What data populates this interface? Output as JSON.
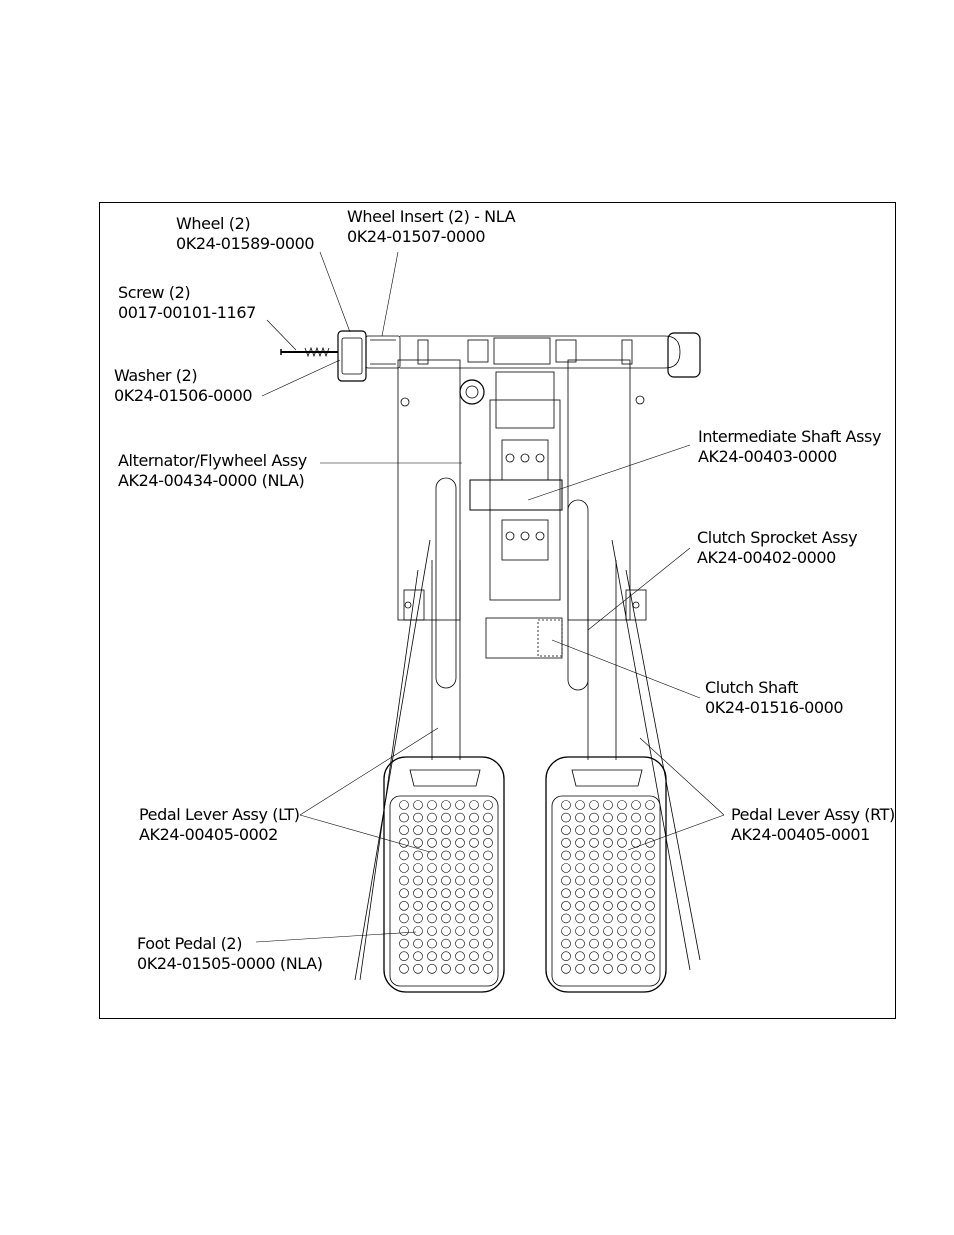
{
  "callouts": [
    {
      "id": "wheel",
      "name": "Wheel (2)",
      "part": "0K24-01589-0000"
    },
    {
      "id": "wheel-insert",
      "name": "Wheel Insert (2) - NLA",
      "part": "0K24-01507-0000"
    },
    {
      "id": "screw",
      "name": "Screw (2)",
      "part": "0017-00101-1167"
    },
    {
      "id": "washer",
      "name": "Washer (2)",
      "part": "0K24-01506-0000"
    },
    {
      "id": "alternator",
      "name": "Alternator/Flywheel Assy",
      "part": "AK24-00434-0000 (NLA)"
    },
    {
      "id": "intermediate-shaft",
      "name": "Intermediate Shaft Assy",
      "part": "AK24-00403-0000"
    },
    {
      "id": "clutch-sprocket",
      "name": "Clutch Sprocket Assy",
      "part": "AK24-00402-0000"
    },
    {
      "id": "clutch-shaft",
      "name": "Clutch Shaft",
      "part": "0K24-01516-0000"
    },
    {
      "id": "pedal-lever-lt",
      "name": "Pedal Lever Assy (LT)",
      "part": "AK24-00405-0002"
    },
    {
      "id": "pedal-lever-rt",
      "name": "Pedal Lever Assy (RT)",
      "part": "AK24-00405-0001"
    },
    {
      "id": "foot-pedal",
      "name": "Foot Pedal (2)",
      "part": "0K24-01505-0000 (NLA)"
    }
  ]
}
